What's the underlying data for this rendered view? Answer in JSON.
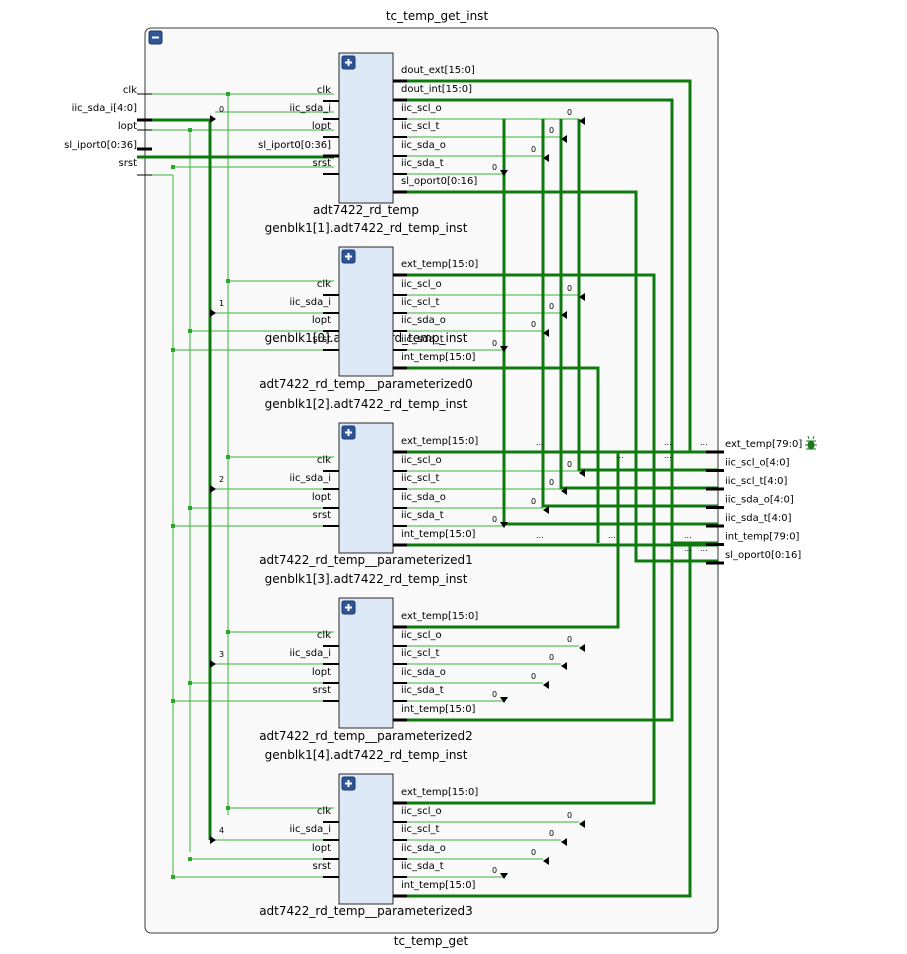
{
  "top": {
    "instance_name": "tc_temp_get_inst",
    "module_name": "tc_temp_get",
    "collapse_icon": "minus-icon"
  },
  "top_inputs": [
    "clk",
    "iic_sda_i[4:0]",
    "lopt",
    "sl_iport0[0:36]",
    "srst"
  ],
  "top_outputs": [
    "ext_temp[79:0]",
    "iic_scl_o[4:0]",
    "iic_scl_t[4:0]",
    "iic_sda_o[4:0]",
    "iic_sda_t[4:0]",
    "int_temp[79:0]",
    "sl_oport0[0:16]"
  ],
  "debug_icon": "bug-icon",
  "instances": [
    {
      "inst": "genblk1[0].adt7422_rd_temp_inst",
      "module": "adt7422_rd_temp",
      "expand_icon": "plus-icon",
      "inputs": [
        "clk",
        "iic_sda_i",
        "lopt",
        "sl_iport0[0:36]",
        "srst"
      ],
      "outputs": [
        "dout_ext[15:0]",
        "dout_int[15:0]",
        "iic_scl_o",
        "iic_scl_t",
        "iic_sda_o",
        "iic_sda_t",
        "sl_oport0[0:16]"
      ],
      "sel_index": "0"
    },
    {
      "inst": "genblk1[1].adt7422_rd_temp_inst",
      "module": "adt7422_rd_temp__parameterized0",
      "expand_icon": "plus-icon",
      "inputs": [
        "clk",
        "iic_sda_i",
        "lopt",
        "srst"
      ],
      "outputs": [
        "ext_temp[15:0]",
        "iic_scl_o",
        "iic_scl_t",
        "iic_sda_o",
        "iic_sda_t",
        "int_temp[15:0]"
      ],
      "sel_index": "1"
    },
    {
      "inst": "genblk1[2].adt7422_rd_temp_inst",
      "module": "adt7422_rd_temp__parameterized1",
      "expand_icon": "plus-icon",
      "inputs": [
        "clk",
        "iic_sda_i",
        "lopt",
        "srst"
      ],
      "outputs": [
        "ext_temp[15:0]",
        "iic_scl_o",
        "iic_scl_t",
        "iic_sda_o",
        "iic_sda_t",
        "int_temp[15:0]"
      ],
      "sel_index": "2"
    },
    {
      "inst": "genblk1[3].adt7422_rd_temp_inst",
      "module": "adt7422_rd_temp__parameterized2",
      "expand_icon": "plus-icon",
      "inputs": [
        "clk",
        "iic_sda_i",
        "lopt",
        "srst"
      ],
      "outputs": [
        "ext_temp[15:0]",
        "iic_scl_o",
        "iic_scl_t",
        "iic_sda_o",
        "iic_sda_t",
        "int_temp[15:0]"
      ],
      "sel_index": "3"
    },
    {
      "inst": "genblk1[4].adt7422_rd_temp_inst",
      "module": "adt7422_rd_temp__parameterized3",
      "expand_icon": "plus-icon",
      "inputs": [
        "clk",
        "iic_sda_i",
        "lopt",
        "srst"
      ],
      "outputs": [
        "ext_temp[15:0]",
        "iic_scl_o",
        "iic_scl_t",
        "iic_sda_o",
        "iic_sda_t",
        "int_temp[15:0]"
      ],
      "sel_index": "4"
    }
  ],
  "bit_index_label": "0",
  "concat_label": "..."
}
